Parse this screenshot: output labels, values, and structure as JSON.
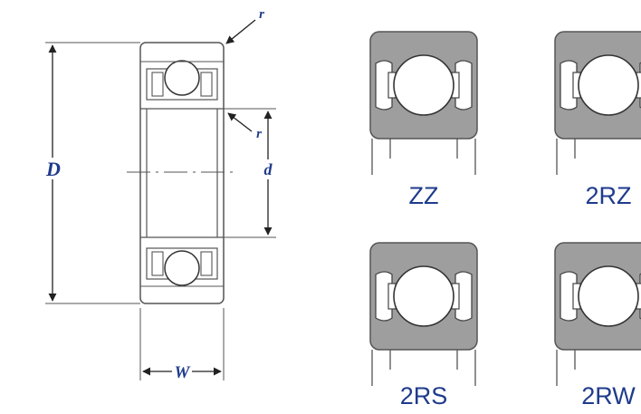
{
  "dimensions": {
    "outer_diameter": "D",
    "bore_diameter": "d",
    "width": "W",
    "corner_radius_outer": "r",
    "corner_radius_inner": "r"
  },
  "seal_types": [
    {
      "code": "ZZ"
    },
    {
      "code": "2RZ"
    },
    {
      "code": "2RS"
    },
    {
      "code": "2RW"
    }
  ],
  "colors": {
    "label": "#1f3b8c",
    "seal_fill": "#9e9e9e",
    "ball_fill": "#ffffff",
    "outline": "#444444"
  }
}
